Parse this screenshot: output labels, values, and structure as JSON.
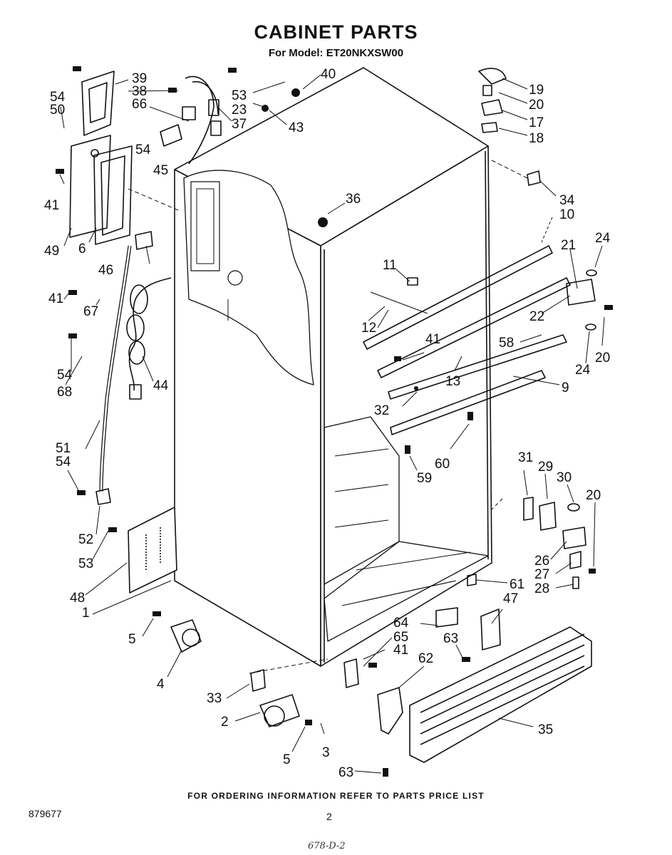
{
  "header": {
    "title": "CABINET PARTS",
    "subtitle": "For Model: ET20NKXSW00"
  },
  "callouts": [
    "54",
    "50",
    "39",
    "38",
    "66",
    "37",
    "23",
    "53",
    "40",
    "43",
    "19",
    "20",
    "17",
    "18",
    "34",
    "10",
    "54",
    "45",
    "41",
    "49",
    "6",
    "46",
    "36",
    "21",
    "24",
    "11",
    "22",
    "20",
    "24",
    "41",
    "67",
    "12",
    "41",
    "58",
    "13",
    "9",
    "54",
    "68",
    "44",
    "32",
    "60",
    "59",
    "51",
    "54",
    "31",
    "29",
    "30",
    "20",
    "52",
    "53",
    "48",
    "26",
    "27",
    "28",
    "61",
    "1",
    "64",
    "47",
    "65",
    "41",
    "63",
    "5",
    "62",
    "4",
    "33",
    "2",
    "35",
    "5",
    "3",
    "63"
  ],
  "footer": {
    "ordering_note": "FOR ORDERING INFORMATION REFER TO PARTS PRICE LIST",
    "document_number": "879677",
    "page_number": "2",
    "handwritten_note": "678-D-2"
  }
}
